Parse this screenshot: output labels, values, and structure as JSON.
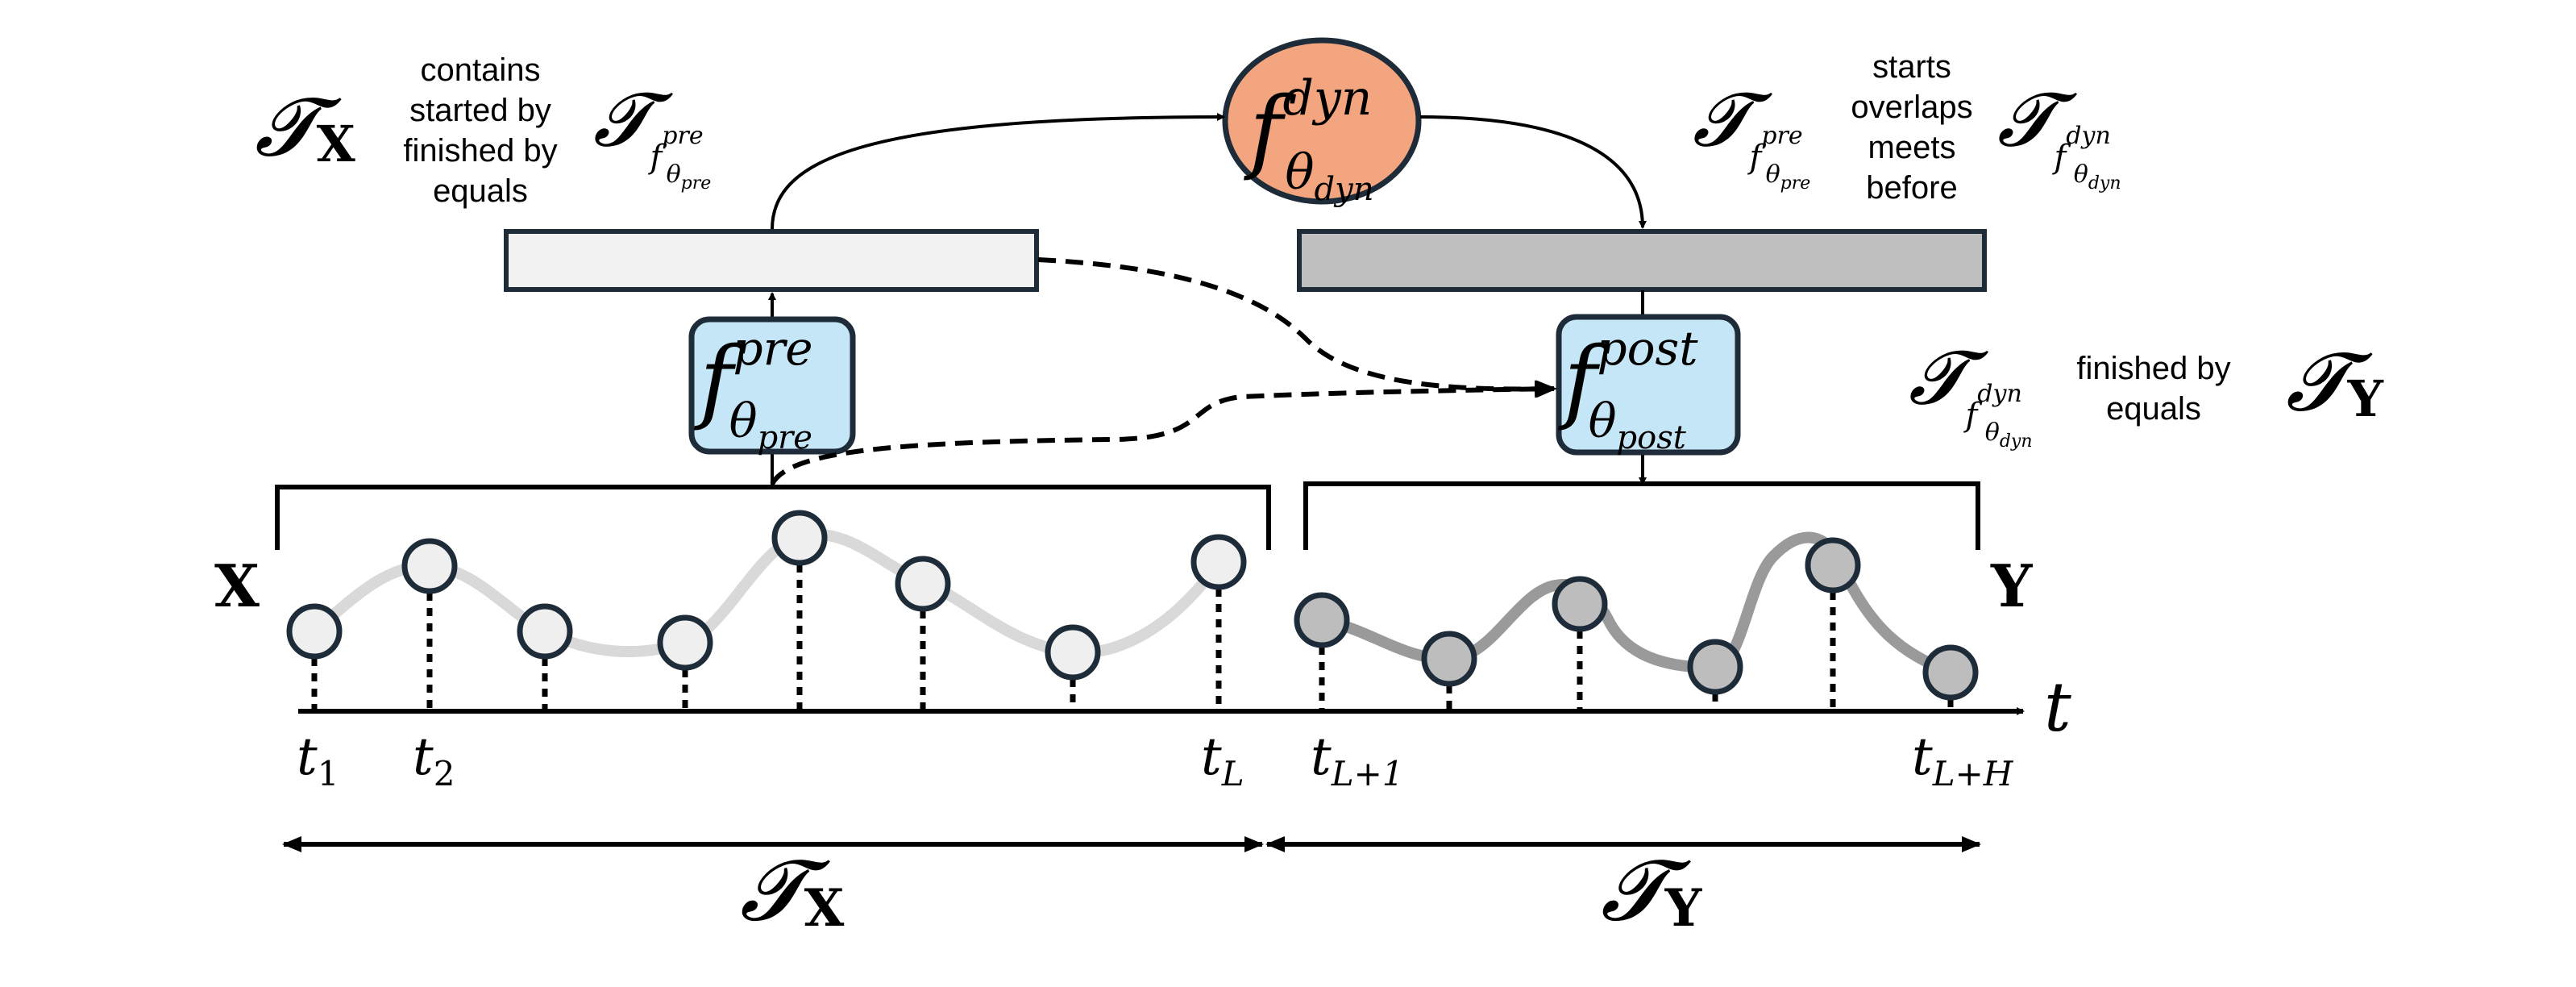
{
  "colors": {
    "dyn_fill": "#F2A57E",
    "func_fill": "#C5E6F7",
    "input_emb_fill": "#F2F2F2",
    "output_emb_fill": "#BFBFBF",
    "stroke_dark": "#1E2B38",
    "input_point_fill": "#EFEFEF",
    "output_point_fill": "#BDBDBD",
    "input_curve": "#D9D9D9",
    "output_curve": "#9A9A9A"
  },
  "labels": {
    "TX": "𝓣",
    "TX_sub": "X",
    "TY": "𝓣",
    "TY_sub": "Y",
    "T_fpre_left": "𝓣",
    "T_fpre_right": "𝓣",
    "T_fdyn_top": "𝓣",
    "T_fdyn_mid": "𝓣",
    "X": "X",
    "Y": "Y",
    "t_axis": "t"
  },
  "relations": {
    "left": [
      "contains",
      "started by",
      "finished by",
      "equals"
    ],
    "right_top": [
      "starts",
      "overlaps",
      "meets",
      "before"
    ],
    "right_mid": [
      "finished by",
      "equals"
    ]
  },
  "functions": {
    "f_dyn": {
      "f": "f",
      "sup": "dyn",
      "theta": "θ",
      "sub": "dyn"
    },
    "f_pre": {
      "f": "f",
      "sup": "pre",
      "theta": "θ",
      "sub": "pre"
    },
    "f_post": {
      "f": "f",
      "sup": "post",
      "theta": "θ",
      "sub": "post"
    }
  },
  "sub_fpre": {
    "f": "f",
    "sup": "pre",
    "theta": "θ",
    "sub": "pre"
  },
  "sub_fdyn": {
    "f": "f",
    "sup": "dyn",
    "theta": "θ",
    "sub": "dyn"
  },
  "ticks": {
    "t1": {
      "t": "t",
      "sub": "1"
    },
    "t2": {
      "t": "t",
      "sub": "2"
    },
    "tL": {
      "t": "t",
      "sub": "L"
    },
    "tL1": {
      "t": "t",
      "sub": "L+1"
    },
    "tLH": {
      "t": "t",
      "sub": "L+H"
    }
  }
}
